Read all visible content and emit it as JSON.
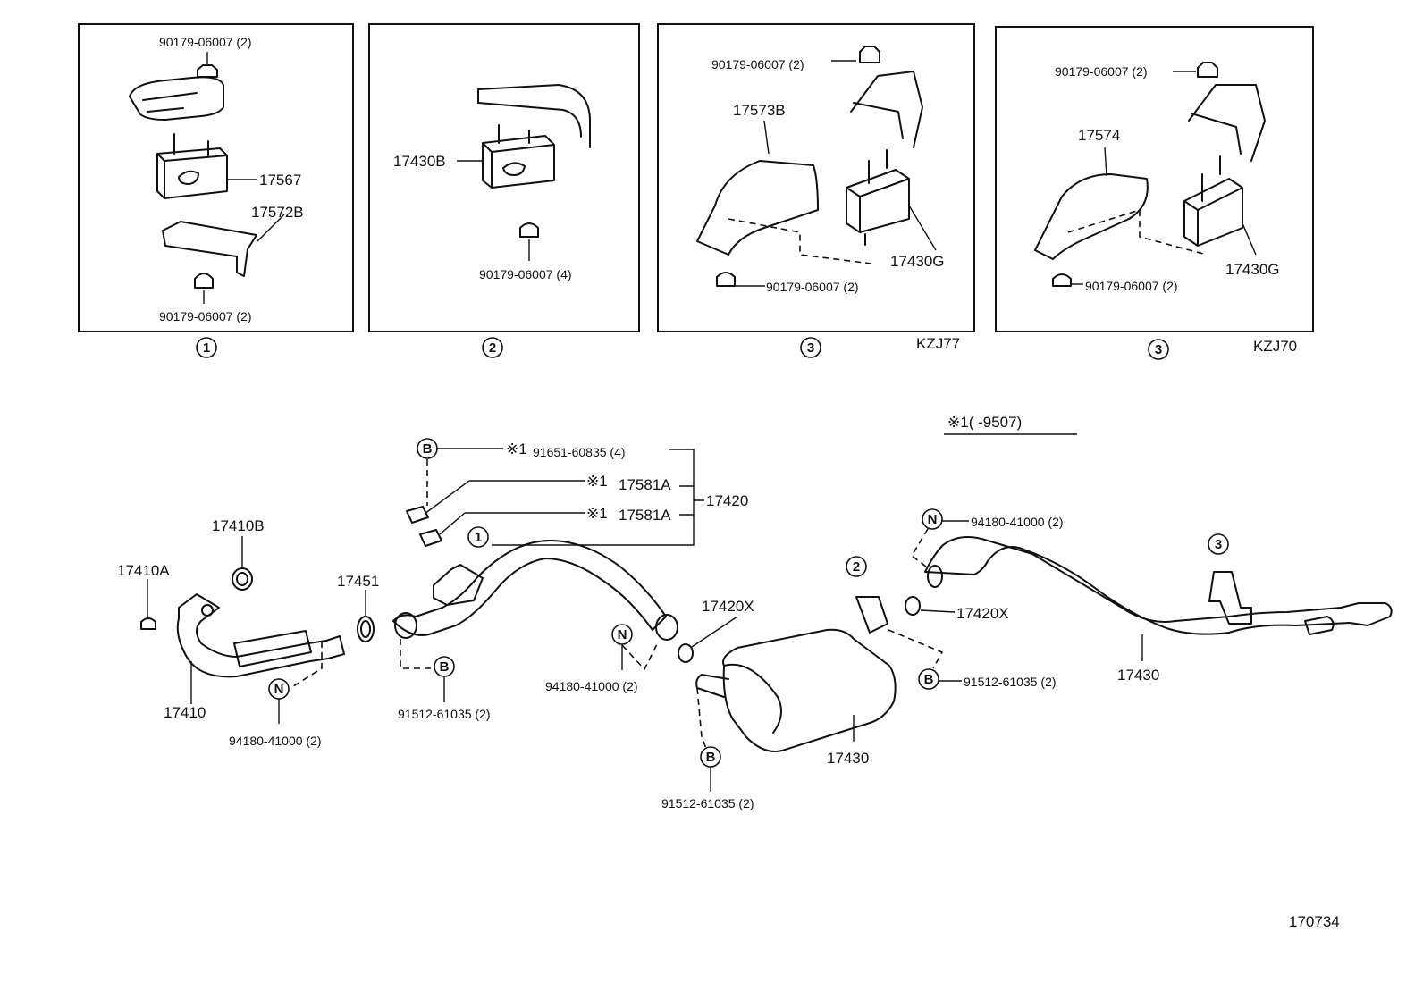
{
  "insets": [
    {
      "index": "1",
      "labels": [
        "90179-06007 (2)",
        "17567",
        "17572B",
        "90179-06007 (2)"
      ]
    },
    {
      "index": "2",
      "labels": [
        "17430B",
        "90179-06007 (4)"
      ]
    },
    {
      "index": "3",
      "model": "KZJ77",
      "labels": [
        "90179-06007 (2)",
        "17573B",
        "17430G",
        "90179-06007 (2)"
      ]
    },
    {
      "index": "3",
      "model": "KZJ70",
      "labels": [
        "90179-06007 (2)",
        "17574",
        "17430G",
        "90179-06007 (2)"
      ]
    }
  ],
  "footnote": "※1(      -9507)",
  "markers": {
    "bolt": "B",
    "nut": "N"
  },
  "main_labels": {
    "p17410A": "17410A",
    "p17410B": "17410B",
    "p17410": "17410",
    "p17451": "17451",
    "nut_left": "94180-41000 (2)",
    "star_b1": "※1",
    "bolt_top": "91651-60835 (4)",
    "star_s1": "※1",
    "sensor1": "17581A",
    "star_s2": "※1",
    "sensor2": "17581A",
    "p17420": "17420",
    "bolt_mid": "91512-61035 (2)",
    "nut_mid": "94180-41000 (2)",
    "gasket1": "17420X",
    "gasket2": "17420X",
    "nut_right": "94180-41000 (2)",
    "bolt_right": "91512-61035 (2)",
    "muffler": "17430",
    "bolt_bottom": "91512-61035 (2)",
    "tailpipe": "17430",
    "circle1": "1",
    "circle2": "2",
    "circle3": "3"
  },
  "figure_id": "170734"
}
